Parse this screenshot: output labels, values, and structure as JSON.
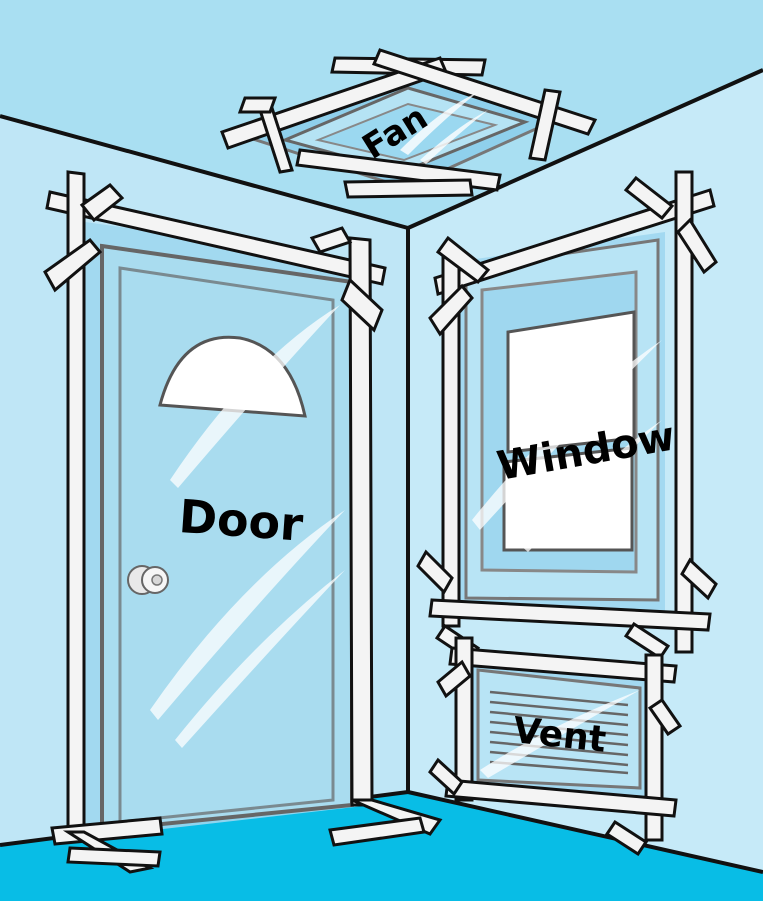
{
  "labels": {
    "fan": "Fan",
    "door": "Door",
    "window": "Window",
    "vent": "Vent"
  },
  "colors": {
    "ceiling": "#a9dff2",
    "wall_left": "#bfe6f6",
    "wall_right": "#c6eaf8",
    "floor": "#08bde6",
    "outline": "#111111",
    "tape": "#f4f4f4",
    "plastic": "#9fd7ef",
    "door_fill": "#a9dcef",
    "glass_pane": "#ffffff"
  },
  "icons": [
    "door-knob-icon",
    "window-vent-grille-icon"
  ]
}
